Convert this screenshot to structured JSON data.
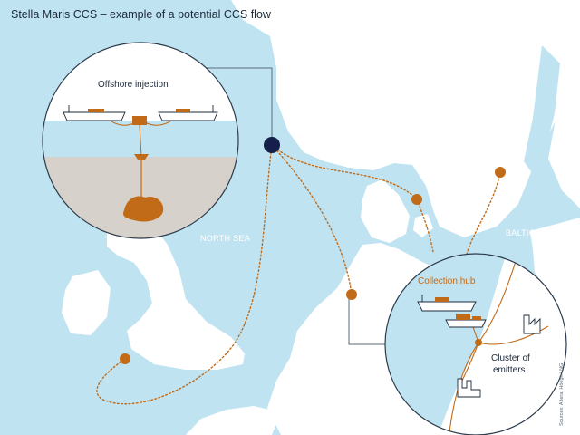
{
  "title": "Stella Maris CCS – example of a potential CCS flow",
  "sea_labels": {
    "north_sea": "NORTH SEA",
    "baltic_sea": "BALTIC SEA"
  },
  "offshore_inset": {
    "label": "Offshore injection"
  },
  "collection_inset": {
    "hub_label": "Collection hub",
    "emitters_label_line1": "Cluster of",
    "emitters_label_line2": "emitters"
  },
  "source_note": "Sources: Altera, Höegh LNG",
  "colors": {
    "sea": "#bfe3f1",
    "land": "#ffffff",
    "route_orange": "#c16a17",
    "navy_hub": "#141f4a",
    "hub_label_color": "#c16a17",
    "text_dark": "#1c2a3a",
    "seabed_grey": "#d6d2cb"
  },
  "icons": {
    "injection_hub": "navy-circle-marker",
    "emitter_sites": "orange-circle-marker",
    "ships": "vessel-icon",
    "factories": "factory-icon"
  }
}
